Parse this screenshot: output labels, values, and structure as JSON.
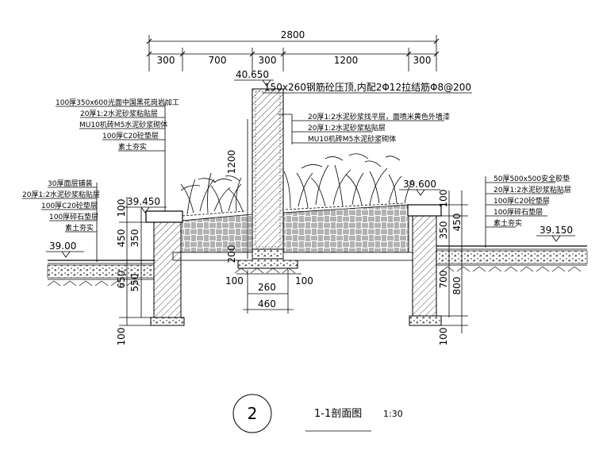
{
  "drawing": {
    "overall_dim": "2800",
    "top_dims": [
      "300",
      "700",
      "300",
      "1200",
      "300"
    ],
    "title_note": "150x260钢筋砼压顶,内配2Φ12拉结筋Φ8@200",
    "left_notes_top": [
      "100厚350x600光面中国黑花岗岩加工",
      "20厚1:2水泥砂浆粘贴层",
      "MU10机砖M5水泥砂浆砌体",
      "100厚C20砼垫层",
      "素土夯实"
    ],
    "center_notes": [
      "20厚1:2水泥砂浆找平层，面喷米黄色外墙漆",
      "20厚1:2水泥砂浆粘贴层",
      "MU10机砖M5水泥砂浆砌体"
    ],
    "left_notes_low": [
      "30厚面层铺装",
      "20厚1:2水泥砂浆粘贴层",
      "100厚C20砼垫层",
      "100厚碎石垫层",
      "素土夯实"
    ],
    "right_notes": [
      "50厚500x500安全胶垫",
      "20厚1:2水泥砂浆粘贴层",
      "100厚C20砼垫层",
      "100厚碎石垫层",
      "素土夯实"
    ],
    "elevations": {
      "e1": "40.650",
      "e2": "39.450",
      "e3": "39.00",
      "e4": "39.600",
      "e5": "39.150"
    },
    "v_dims": {
      "center_1200": "1200",
      "center_200": "200",
      "left_100a": "100",
      "left_450": "450",
      "left_350": "350",
      "left_650": "650",
      "left_550": "550",
      "left_100b": "100",
      "right_100a": "100",
      "right_350": "350",
      "right_450": "450",
      "right_700": "700",
      "right_800": "800",
      "right_100b": "100"
    },
    "bottom_dims": {
      "d100a": "100",
      "d260": "260",
      "d100b": "100",
      "d460": "460"
    },
    "title_number": "2",
    "title_text": "1-1剖面图",
    "scale": "1:30"
  }
}
